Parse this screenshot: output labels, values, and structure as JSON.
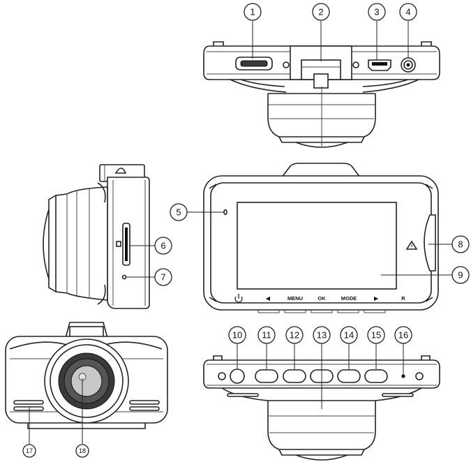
{
  "callouts": [
    {
      "id": "1",
      "label": "1"
    },
    {
      "id": "2",
      "label": "2"
    },
    {
      "id": "3",
      "label": "3"
    },
    {
      "id": "4",
      "label": "4"
    },
    {
      "id": "5",
      "label": "5"
    },
    {
      "id": "6",
      "label": "6"
    },
    {
      "id": "7",
      "label": "7"
    },
    {
      "id": "8",
      "label": "8"
    },
    {
      "id": "9",
      "label": "9"
    },
    {
      "id": "10",
      "label": "10"
    },
    {
      "id": "11",
      "label": "11"
    },
    {
      "id": "12",
      "label": "12"
    },
    {
      "id": "13",
      "label": "13"
    },
    {
      "id": "14",
      "label": "14"
    },
    {
      "id": "15",
      "label": "15"
    },
    {
      "id": "16",
      "label": "16"
    },
    {
      "id": "17",
      "label": "17"
    },
    {
      "id": "18",
      "label": "18"
    }
  ],
  "back_view": {
    "button_labels": {
      "left": "◀",
      "menu": "MENU",
      "ok": "OK",
      "mode": "MODE",
      "right": "▶",
      "reset": "R"
    },
    "icons": [
      "power-icon",
      "warning-triangle-icon"
    ]
  }
}
